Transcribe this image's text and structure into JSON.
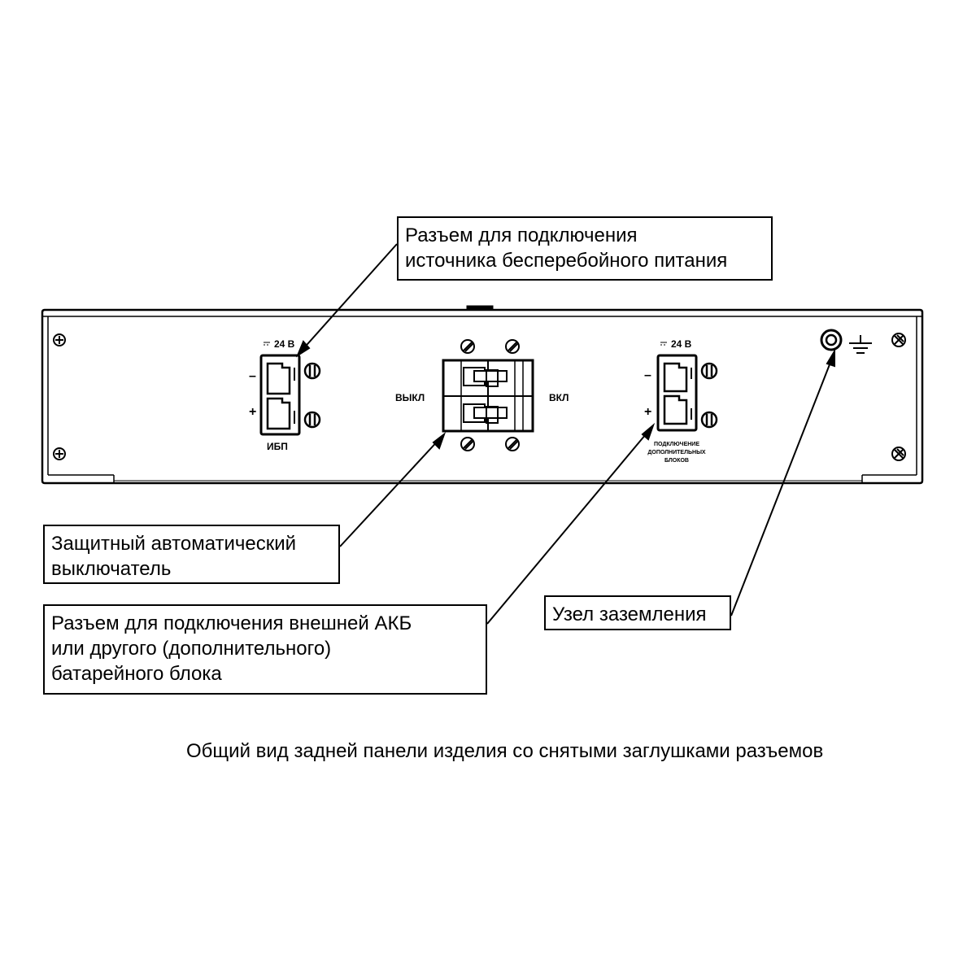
{
  "callouts": {
    "ups_connector": [
      "Разъем для подключения",
      "источника бесперебойного питания"
    ],
    "breaker": [
      "Защитный автоматический",
      "выключатель"
    ],
    "external_battery": [
      "Разъем для подключения внешней АКБ",
      "или другого (дополнительного)",
      "батарейного блока"
    ],
    "ground": [
      "Узел заземления"
    ]
  },
  "panel": {
    "left_voltage": "24 В",
    "right_voltage": "24 В",
    "minus": "–",
    "plus": "+",
    "ups_label": "ИБП",
    "off_label": "ВЫКЛ",
    "on_label": "ВКЛ",
    "extra_label": [
      "ПОДКЛЮЧЕНИЕ",
      "ДОПОЛНИТЕЛЬНЫХ",
      "БЛОКОВ"
    ]
  },
  "caption": "Общий вид задней панели изделия со снятыми заглушками разъемов"
}
